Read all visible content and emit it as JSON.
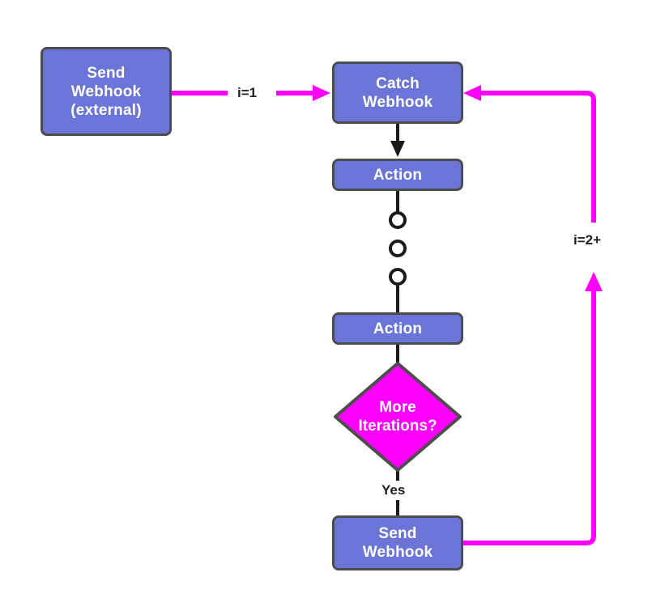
{
  "diagram": {
    "type": "flowchart",
    "title": "",
    "background_color": "#ffffff",
    "colors": {
      "node_fill": "#6b75d8",
      "node_border": "#4d4d4d",
      "node_text": "#ffffff",
      "decision_fill": "#ff00ff",
      "decision_border": "#4d4d4d",
      "flow_arrow": "#000000",
      "webhook_arrow": "#ff00ff",
      "label_text": "#222222"
    },
    "nodes": [
      {
        "id": "send-webhook-external",
        "label": "Send\nWebhook\n(external)",
        "shape": "rounded-rect"
      },
      {
        "id": "catch-webhook",
        "label": "Catch\nWebhook",
        "shape": "rounded-rect"
      },
      {
        "id": "action-first",
        "label": "Action",
        "shape": "rounded-rect"
      },
      {
        "id": "ellipsis",
        "label": "",
        "shape": "circles",
        "count": 3
      },
      {
        "id": "action-last",
        "label": "Action",
        "shape": "rounded-rect"
      },
      {
        "id": "more-iterations",
        "label": "More\nIterations?",
        "shape": "diamond"
      },
      {
        "id": "send-webhook",
        "label": "Send\nWebhook",
        "shape": "rounded-rect"
      }
    ],
    "edges": [
      {
        "id": "external-to-catch",
        "from": "send-webhook-external",
        "to": "catch-webhook",
        "label": "i=1",
        "color": "#ff00ff"
      },
      {
        "id": "catch-to-action-first",
        "from": "catch-webhook",
        "to": "action-first",
        "label": "",
        "color": "#000000"
      },
      {
        "id": "action-first-to-ellipsis",
        "from": "action-first",
        "to": "ellipsis",
        "label": "",
        "color": "#000000"
      },
      {
        "id": "ellipsis-to-action-last",
        "from": "ellipsis",
        "to": "action-last",
        "label": "",
        "color": "#000000"
      },
      {
        "id": "action-last-to-decision",
        "from": "action-last",
        "to": "more-iterations",
        "label": "",
        "color": "#000000"
      },
      {
        "id": "decision-to-send",
        "from": "more-iterations",
        "to": "send-webhook",
        "label": "Yes",
        "color": "#000000"
      },
      {
        "id": "send-to-catch-loop",
        "from": "send-webhook",
        "to": "catch-webhook",
        "label": "i=2+",
        "color": "#ff00ff"
      }
    ]
  }
}
